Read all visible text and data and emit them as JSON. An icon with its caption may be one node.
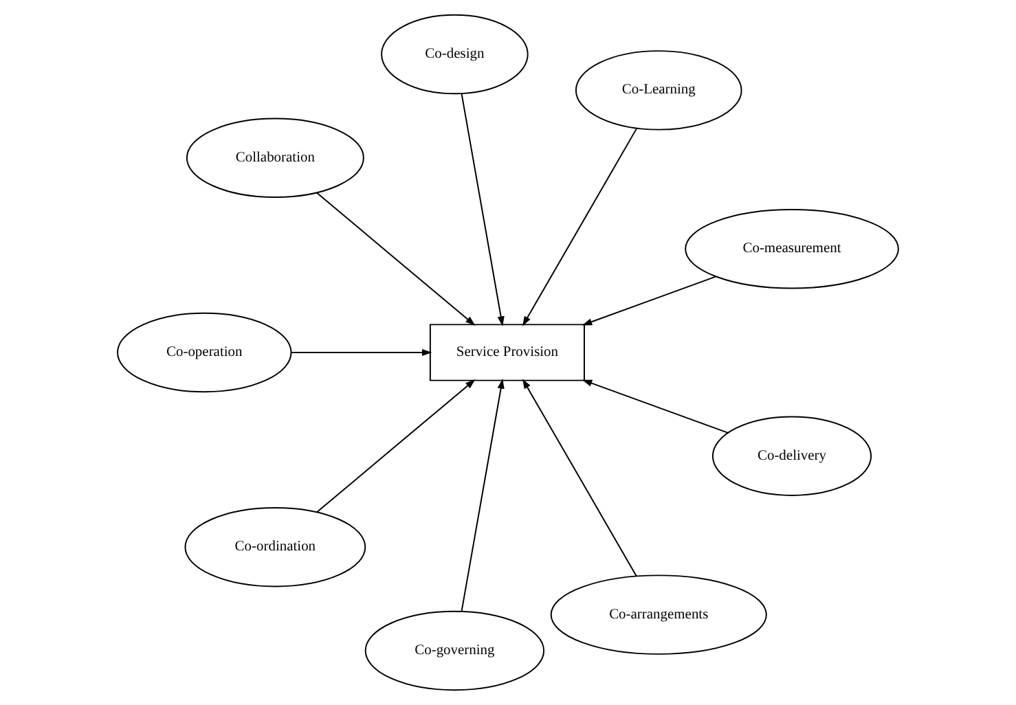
{
  "diagram": {
    "nodes": [
      {
        "text": [
          "Co-measurement"
        ]
      },
      {
        "text": [
          "Co-Learning"
        ]
      },
      {
        "text": [
          "Co-design"
        ]
      },
      {
        "text": [
          "Collaboration"
        ]
      },
      {
        "text": [
          "Co-operation"
        ]
      },
      {
        "text": [
          "Service Provision"
        ]
      },
      {
        "text": [
          "Co-ordination"
        ]
      },
      {
        "text": [
          "Co-governing"
        ]
      },
      {
        "text": [
          "Co-arrangements"
        ]
      },
      {
        "text": [
          "Co-delivery"
        ]
      }
    ],
    "edges": [
      {
        "from": 0,
        "to": 5,
        "arrow": "to"
      },
      {
        "from": 1,
        "to": 5,
        "arrow": "to"
      },
      {
        "from": 2,
        "to": 5,
        "arrow": "to"
      },
      {
        "from": 3,
        "to": 5,
        "arrow": "to"
      },
      {
        "from": 4,
        "to": 5,
        "arrow": "to"
      },
      {
        "from": 6,
        "to": 5,
        "arrow": "to"
      },
      {
        "from": 7,
        "to": 5,
        "arrow": "to"
      },
      {
        "from": 8,
        "to": 5,
        "arrow": "to"
      },
      {
        "from": 9,
        "to": 5,
        "arrow": "to"
      }
    ]
  }
}
